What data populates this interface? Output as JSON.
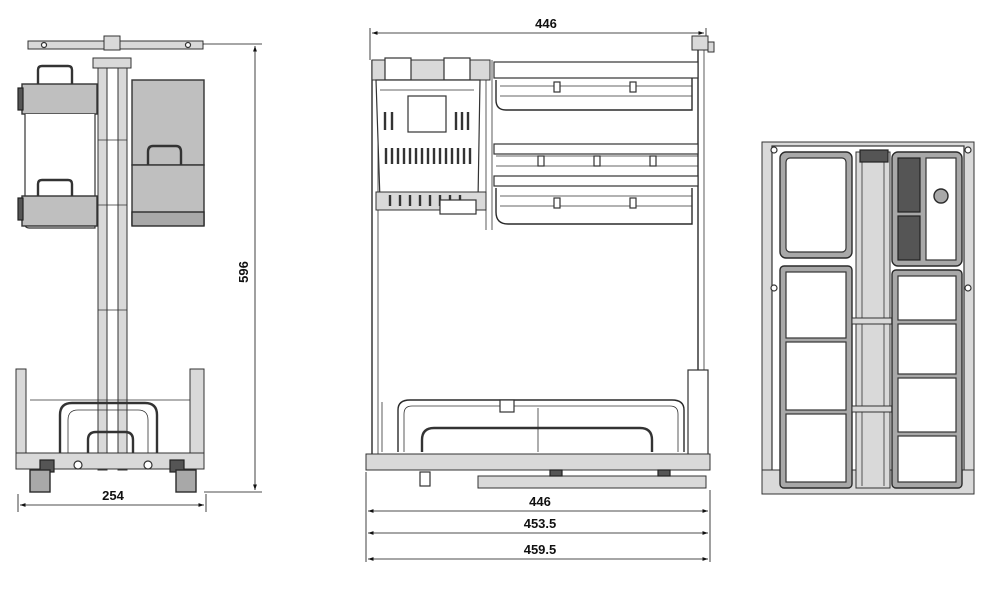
{
  "dimensions": {
    "side_view": {
      "height": "596",
      "width": "254"
    },
    "front_view": {
      "top_width": "446",
      "bottom_width_1": "446",
      "bottom_width_2": "453.5",
      "bottom_width_3": "459.5"
    }
  },
  "views": [
    "side-view",
    "front-view",
    "top-view"
  ]
}
